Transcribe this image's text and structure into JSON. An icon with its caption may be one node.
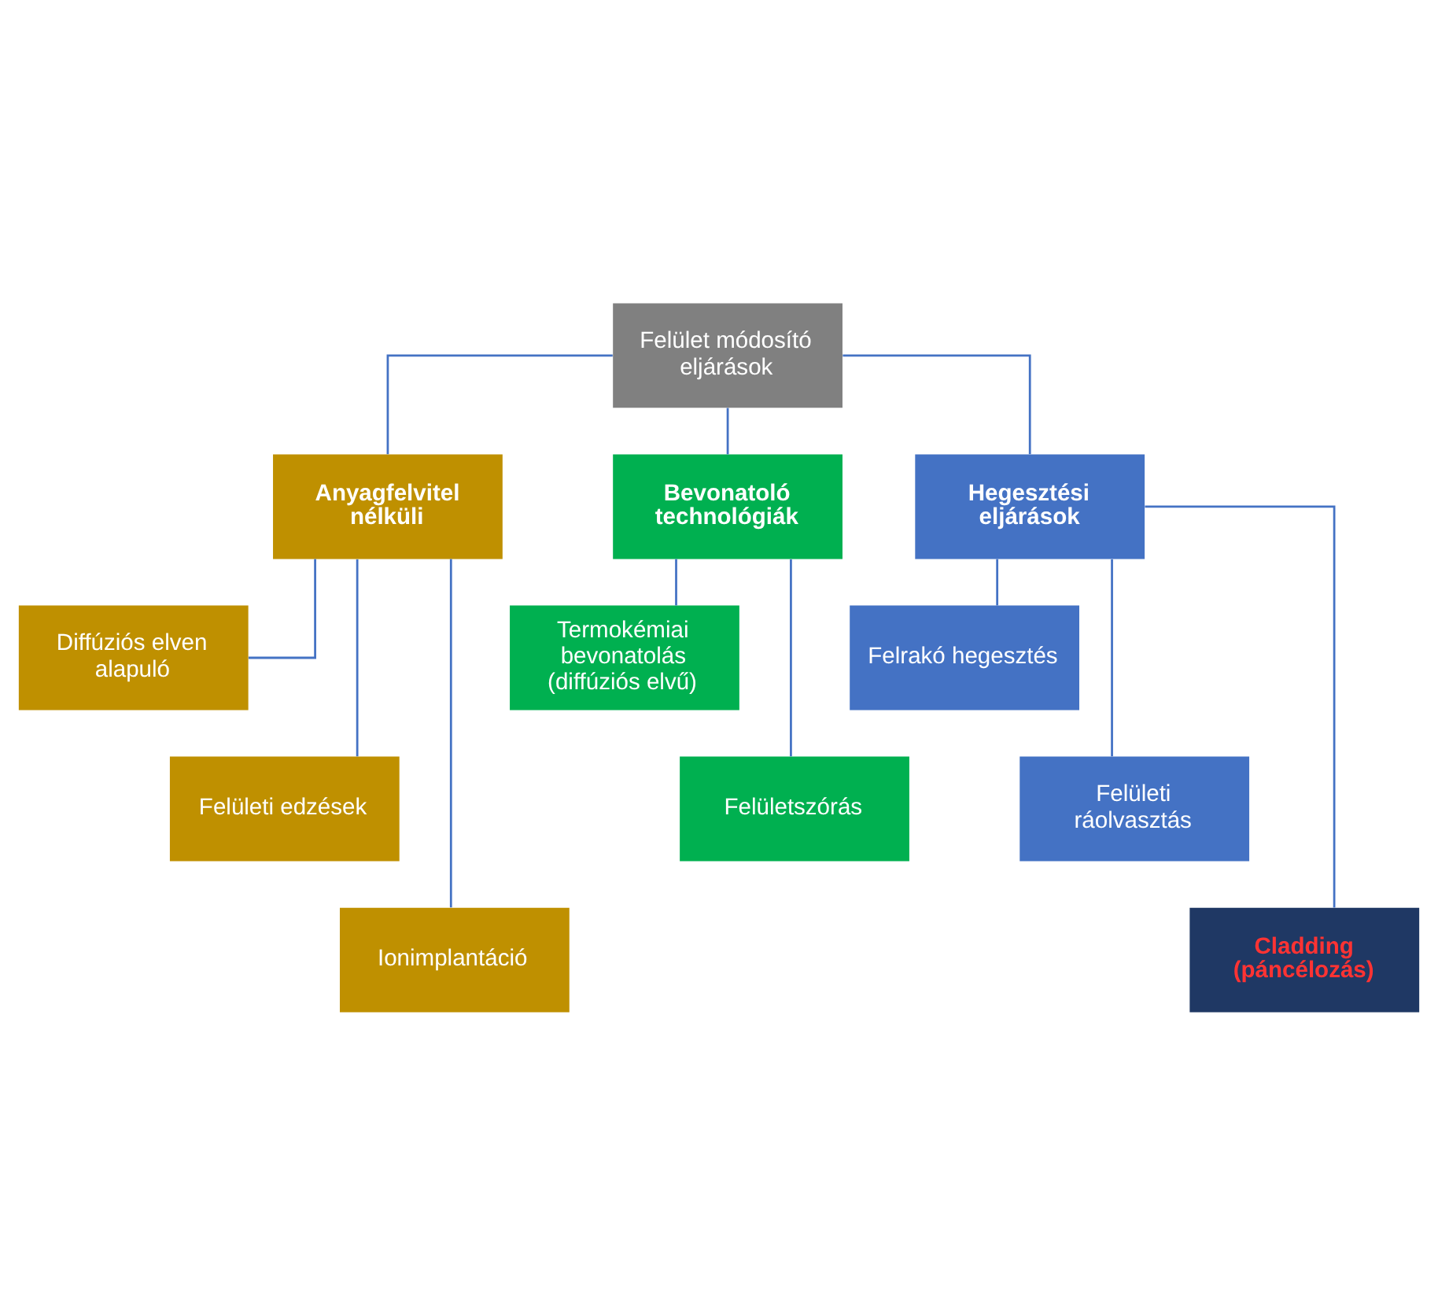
{
  "diagram": {
    "nodes": [
      {
        "text": [
          "Felület módosító eljárások"
        ]
      },
      {
        "text": [
          "Anyagfelvitel nélküli"
        ]
      },
      {
        "text": [
          "Bevonatoló technológiák"
        ]
      },
      {
        "text": [
          "Hegesztési eljárások"
        ]
      },
      {
        "text": [
          "Diffúziós elven alapuló"
        ]
      },
      {
        "text": [
          "Felületi edzések"
        ]
      },
      {
        "text": [
          "Ionimplantáció"
        ]
      },
      {
        "text": [
          "Termokémiai bevonatolás (diffúziós elvű)"
        ]
      },
      {
        "text": [
          "Felületszórás"
        ]
      },
      {
        "text": [
          "Felrakó hegesztés"
        ]
      },
      {
        "text": [
          "Felületi ráolvasztás"
        ]
      },
      {
        "text": [
          "Cladding (páncélozás)"
        ]
      }
    ],
    "edges": [
      {
        "from": 0,
        "to": 1,
        "arrow": "none"
      },
      {
        "from": 0,
        "to": 2,
        "arrow": "none"
      },
      {
        "from": 0,
        "to": 3,
        "arrow": "none"
      },
      {
        "from": 1,
        "to": 4,
        "arrow": "none"
      },
      {
        "from": 1,
        "to": 5,
        "arrow": "none"
      },
      {
        "from": 1,
        "to": 6,
        "arrow": "none"
      },
      {
        "from": 2,
        "to": 7,
        "arrow": "none"
      },
      {
        "from": 2,
        "to": 8,
        "arrow": "none"
      },
      {
        "from": 3,
        "to": 9,
        "arrow": "none"
      },
      {
        "from": 3,
        "to": 10,
        "arrow": "none"
      },
      {
        "from": 3,
        "to": 11,
        "arrow": "none"
      }
    ]
  }
}
